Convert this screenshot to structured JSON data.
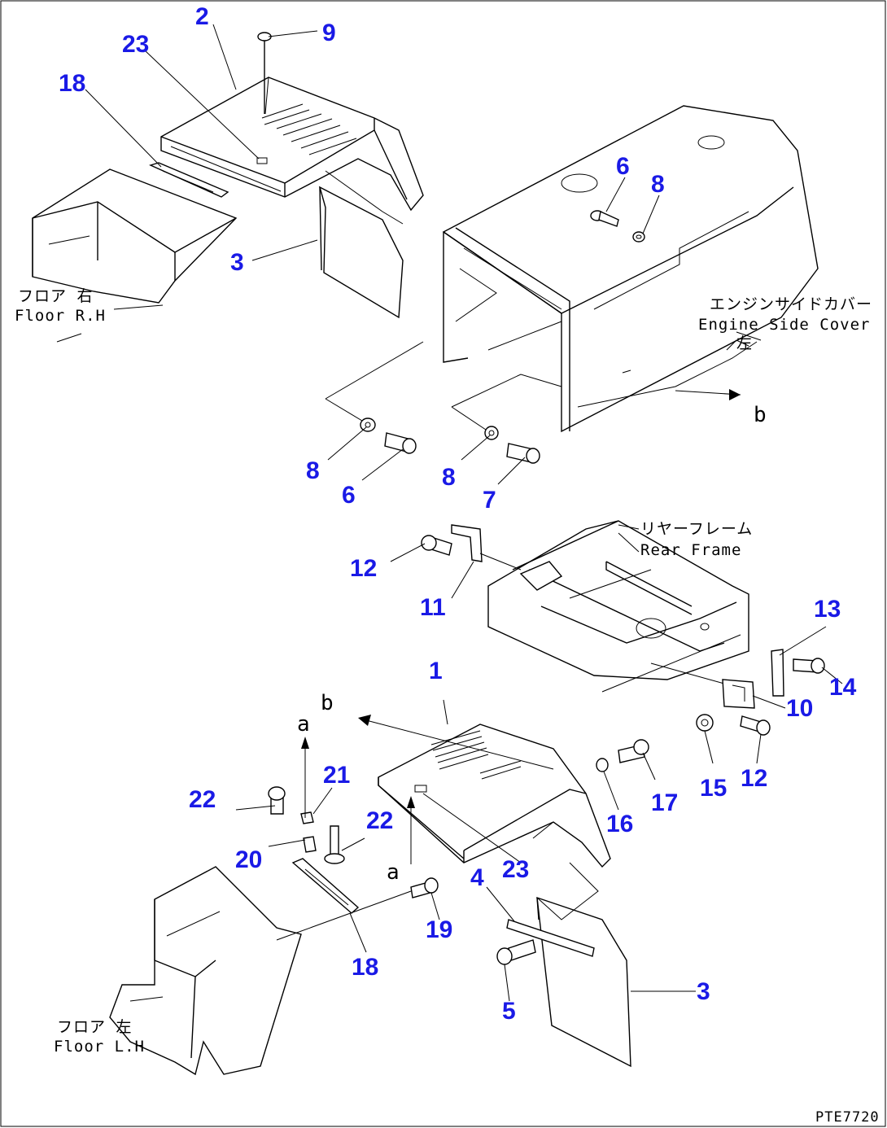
{
  "diagram": {
    "callouts": [
      {
        "id": "c2",
        "text": "2"
      },
      {
        "id": "c9",
        "text": "9"
      },
      {
        "id": "c23a",
        "text": "23"
      },
      {
        "id": "c18a",
        "text": "18"
      },
      {
        "id": "c3a",
        "text": "3"
      },
      {
        "id": "c6a",
        "text": "6"
      },
      {
        "id": "c8a",
        "text": "8"
      },
      {
        "id": "c8b",
        "text": "8"
      },
      {
        "id": "c6b",
        "text": "6"
      },
      {
        "id": "c8c",
        "text": "8"
      },
      {
        "id": "c7",
        "text": "7"
      },
      {
        "id": "c12a",
        "text": "12"
      },
      {
        "id": "c11",
        "text": "11"
      },
      {
        "id": "c13",
        "text": "13"
      },
      {
        "id": "c14",
        "text": "14"
      },
      {
        "id": "c10",
        "text": "10"
      },
      {
        "id": "c15",
        "text": "15"
      },
      {
        "id": "c12b",
        "text": "12"
      },
      {
        "id": "c1",
        "text": "1"
      },
      {
        "id": "c17",
        "text": "17"
      },
      {
        "id": "c16",
        "text": "16"
      },
      {
        "id": "c21",
        "text": "21"
      },
      {
        "id": "c22a",
        "text": "22"
      },
      {
        "id": "c22b",
        "text": "22"
      },
      {
        "id": "c20",
        "text": "20"
      },
      {
        "id": "c4",
        "text": "4"
      },
      {
        "id": "c23b",
        "text": "23"
      },
      {
        "id": "c19",
        "text": "19"
      },
      {
        "id": "c18b",
        "text": "18"
      },
      {
        "id": "c3b",
        "text": "3"
      },
      {
        "id": "c5",
        "text": "5"
      }
    ],
    "letters": {
      "b_top": "b",
      "b_bottom": "b",
      "a_top": "a",
      "a_bottom": "a"
    },
    "labels": {
      "floor_rh_jp": "フロア 右",
      "floor_rh_en": "Floor R.H",
      "engine_cover_jp": "エンジンサイドカバー",
      "engine_cover_en": "Engine Side Cover",
      "engine_cover_sub": "左",
      "rear_frame_jp": "リヤーフレーム",
      "rear_frame_en": "Rear Frame",
      "floor_lh_jp": "フロア 左",
      "floor_lh_en": "Floor L.H"
    },
    "figure_code": "PTE7720"
  }
}
